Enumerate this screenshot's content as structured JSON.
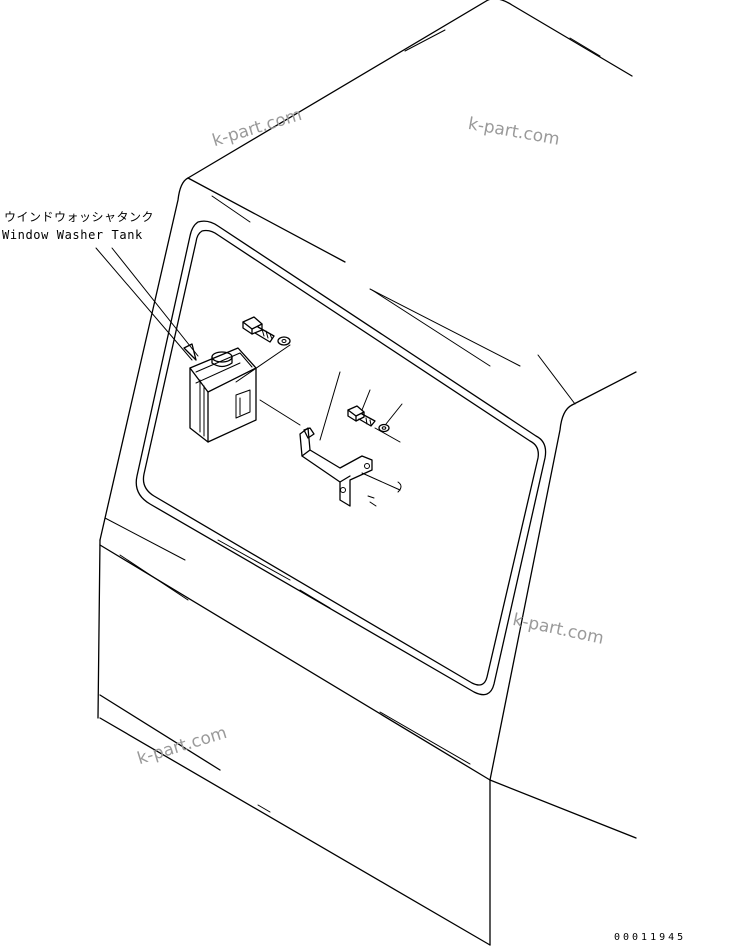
{
  "callout": {
    "label_japanese": "ウインドウォッシャタンク",
    "label_english": "Window Washer Tank"
  },
  "watermark_text": "k-part.com",
  "drawing_number": "00011945"
}
